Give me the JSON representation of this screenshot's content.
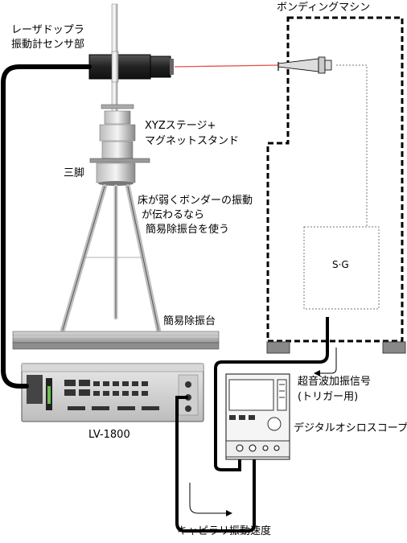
{
  "labels": {
    "sensor_line1": "レーザドップラ",
    "sensor_line2": "振動計センサ部",
    "stage_line1": "XYZステージ+",
    "stage_line2": "マグネットスタンド",
    "tripod": "三脚",
    "note_line1": "床が弱くボンダーの振動",
    "note_line2": "が伝わるなら",
    "note_line3": "簡易除振台を使う",
    "isolation_table": "簡易除振台",
    "controller_model": "LV-1800",
    "bonding_machine": "ボンディングマシン",
    "signal_generator": "S·G",
    "trigger_line1": "超音波加振信号",
    "trigger_line2": "(トリガー用)",
    "oscilloscope": "デジタルオシロスコープ",
    "velocity_output": "キャピラリ振動速度"
  },
  "colors": {
    "laser_beam": "#e8504a",
    "cable": "#000000",
    "equipment_gray": "#c8c8c8",
    "machine_outline": "#000000"
  }
}
